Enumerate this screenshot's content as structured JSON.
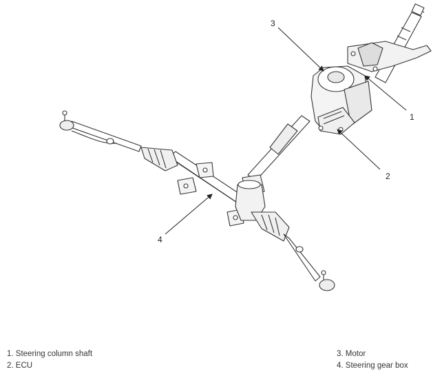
{
  "callouts": [
    "1",
    "2",
    "3",
    "4"
  ],
  "legend": {
    "left": [
      "1. Steering column shaft",
      "2. ECU"
    ],
    "right": [
      "3. Motor",
      "4. Steering gear box"
    ]
  }
}
